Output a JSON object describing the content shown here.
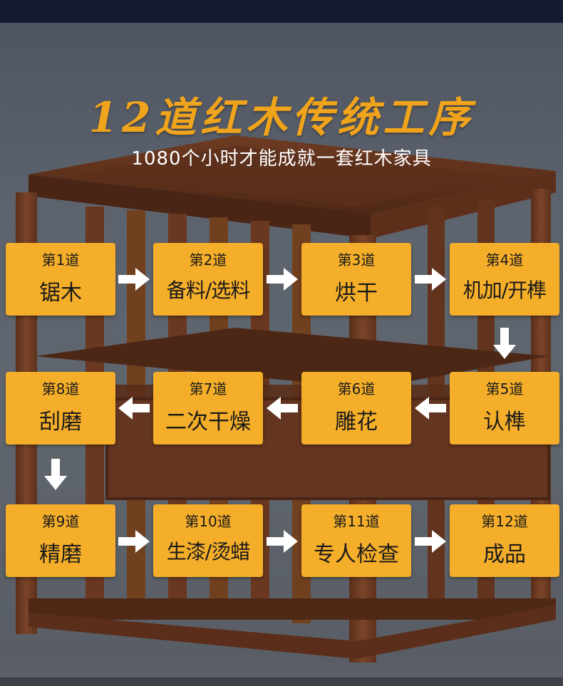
{
  "header": {
    "title": "12道红木传统工序",
    "subtitle": "1080个小时才能成就一套红木家具"
  },
  "steps": [
    {
      "num": "第1道",
      "name": "锯木"
    },
    {
      "num": "第2道",
      "name": "备料/选料"
    },
    {
      "num": "第3道",
      "name": "烘干"
    },
    {
      "num": "第4道",
      "name": "机加/开榫"
    },
    {
      "num": "第5道",
      "name": "认榫"
    },
    {
      "num": "第6道",
      "name": "雕花"
    },
    {
      "num": "第7道",
      "name": "二次干燥"
    },
    {
      "num": "第8道",
      "name": "刮磨"
    },
    {
      "num": "第9道",
      "name": "精磨"
    },
    {
      "num": "第10道",
      "name": "生漆/烫蜡"
    },
    {
      "num": "第11道",
      "name": "专人检查"
    },
    {
      "num": "第12道",
      "name": "成品"
    }
  ],
  "colors": {
    "accent": "#f5ae29",
    "title": "#f0a41c",
    "wood": "#6b3a22"
  },
  "icons": {
    "flow_arrow": "arrow-icon"
  }
}
